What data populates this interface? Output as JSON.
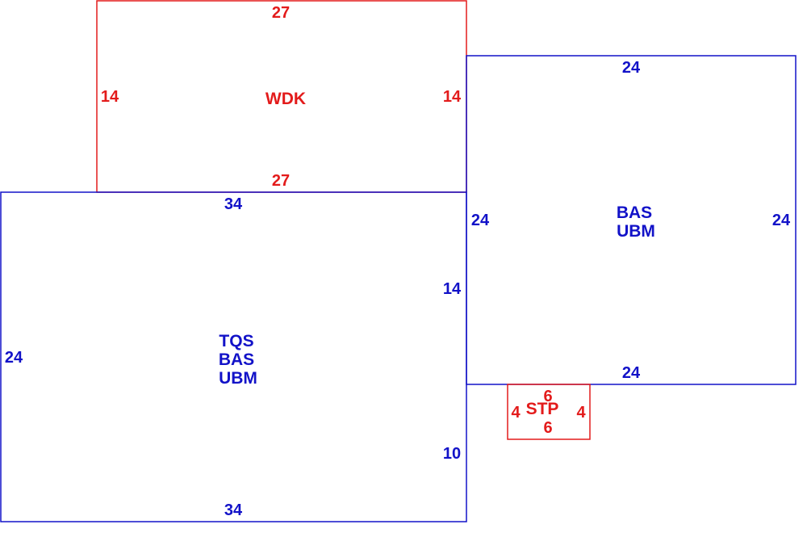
{
  "colors": {
    "red": "#e31b1b",
    "blue": "#1212c8"
  },
  "areas": {
    "wdk": {
      "codes": [
        "WDK"
      ],
      "top": "27",
      "bottom": "27",
      "left": "14",
      "right": "14"
    },
    "main": {
      "codes": [
        "TQS",
        "BAS",
        "UBM"
      ],
      "top": "34",
      "bottom": "34",
      "left": "24",
      "right_upper": "14",
      "right_lower": "10"
    },
    "east": {
      "codes": [
        "BAS",
        "UBM"
      ],
      "top": "24",
      "bottom": "24",
      "left": "24",
      "right": "24"
    },
    "stp": {
      "codes": [
        "STP"
      ],
      "top": "6",
      "bottom": "6",
      "left": "4",
      "right": "4"
    }
  }
}
